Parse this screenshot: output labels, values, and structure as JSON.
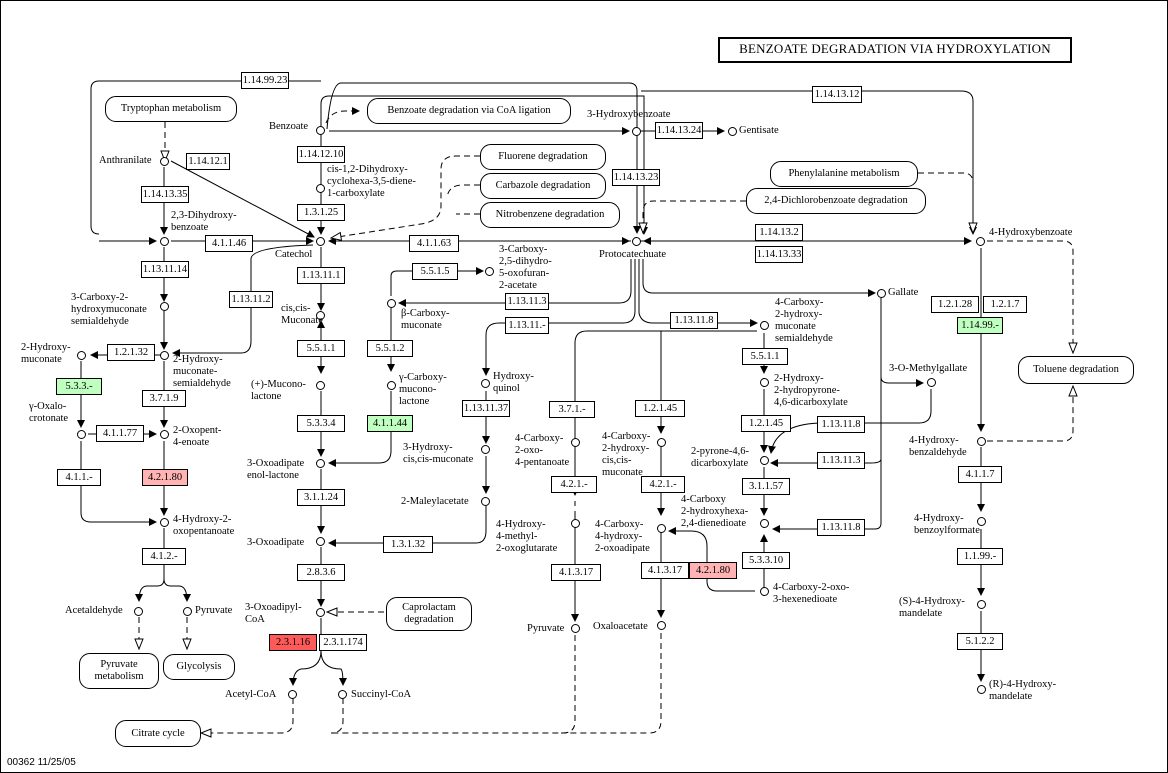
{
  "title": "BENZOATE DEGRADATION VIA HYDROXYLATION",
  "footer": "00362  11/25/05",
  "colors": {
    "green": "#bfffbf",
    "pink": "#ffb3b3",
    "red": "#ff5a5a"
  },
  "enzymes": [
    {
      "id": "e1",
      "label": "1.14.99.23"
    },
    {
      "id": "e2",
      "label": "1.14.13.12"
    },
    {
      "id": "e3",
      "label": "1.14.13.24"
    },
    {
      "id": "e4",
      "label": "1.14.12.1"
    },
    {
      "id": "e5",
      "label": "1.14.12.10"
    },
    {
      "id": "e6",
      "label": "1.14.13.35"
    },
    {
      "id": "e7",
      "label": "1.3.1.25"
    },
    {
      "id": "e8",
      "label": "1.14.13.23"
    },
    {
      "id": "e9",
      "label": "4.1.1.46"
    },
    {
      "id": "e10",
      "label": "4.1.1.63"
    },
    {
      "id": "e11",
      "label": "1.14.13.2"
    },
    {
      "id": "e12",
      "label": "1.14.13.33"
    },
    {
      "id": "e13",
      "label": "1.13.11.14"
    },
    {
      "id": "e14",
      "label": "1.13.11.1"
    },
    {
      "id": "e15",
      "label": "5.5.1.5"
    },
    {
      "id": "e16",
      "label": "1.13.11.2"
    },
    {
      "id": "e17",
      "label": "1.13.11.3"
    },
    {
      "id": "e18",
      "label": "1.13.11.-"
    },
    {
      "id": "e19",
      "label": "1.13.11.8"
    },
    {
      "id": "e20",
      "label": "1.2.1.28"
    },
    {
      "id": "e21",
      "label": "1.2.1.7"
    },
    {
      "id": "e22",
      "label": "1.14.99.-"
    },
    {
      "id": "e23",
      "label": "1.2.1.32"
    },
    {
      "id": "e24",
      "label": "5.5.1.1"
    },
    {
      "id": "e25",
      "label": "5.5.1.2"
    },
    {
      "id": "e26",
      "label": "5.5.1.1"
    },
    {
      "id": "e27",
      "label": "5.3.3.-"
    },
    {
      "id": "e28",
      "label": "3.7.1.9"
    },
    {
      "id": "e29",
      "label": "1.13.11.37"
    },
    {
      "id": "e30",
      "label": "3.7.1.-"
    },
    {
      "id": "e31",
      "label": "1.2.1.45"
    },
    {
      "id": "e32",
      "label": "1.2.1.45"
    },
    {
      "id": "e33",
      "label": "1.13.11.8"
    },
    {
      "id": "e34",
      "label": "4.1.1.77"
    },
    {
      "id": "e35",
      "label": "5.3.3.4"
    },
    {
      "id": "e36",
      "label": "4.1.1.44"
    },
    {
      "id": "e37",
      "label": "1.13.11.3"
    },
    {
      "id": "e38",
      "label": "4.1.1.-"
    },
    {
      "id": "e39",
      "label": "4.2.1.80"
    },
    {
      "id": "e40",
      "label": "4.2.1.-"
    },
    {
      "id": "e41",
      "label": "4.2.1.-"
    },
    {
      "id": "e42",
      "label": "3.1.1.57"
    },
    {
      "id": "e43",
      "label": "4.1.1.7"
    },
    {
      "id": "e44",
      "label": "3.1.1.24"
    },
    {
      "id": "e45",
      "label": "1.13.11.8"
    },
    {
      "id": "e46",
      "label": "4.1.2.-"
    },
    {
      "id": "e47",
      "label": "1.3.1.32"
    },
    {
      "id": "e48",
      "label": "5.3.3.10"
    },
    {
      "id": "e49",
      "label": "1.1.99.-"
    },
    {
      "id": "e50",
      "label": "2.8.3.6"
    },
    {
      "id": "e51",
      "label": "4.1.3.17"
    },
    {
      "id": "e52",
      "label": "4.1.3.17"
    },
    {
      "id": "e53",
      "label": "4.2.1.80"
    },
    {
      "id": "e54",
      "label": "5.1.2.2"
    },
    {
      "id": "e55",
      "label": "2.3.1.16"
    },
    {
      "id": "e56",
      "label": "2.3.1.174"
    }
  ],
  "compounds": [
    {
      "id": "c1",
      "label": "Benzoate"
    },
    {
      "id": "c2",
      "label": "3-Hydroxybenzoate"
    },
    {
      "id": "c3",
      "label": "Gentisate"
    },
    {
      "id": "c4",
      "label": "Anthranilate"
    },
    {
      "id": "c5",
      "label": "cis-1,2-Dihydroxy-\ncyclohexa-3,5-diene-\n1-carboxylate"
    },
    {
      "id": "c6",
      "label": "2,3-Dihydroxy-\nbenzoate"
    },
    {
      "id": "c7",
      "label": "Catechol"
    },
    {
      "id": "c8",
      "label": "Protocatechuate"
    },
    {
      "id": "c9",
      "label": "4-Hydroxybenzoate"
    },
    {
      "id": "c10",
      "label": "3-Carboxy-\n2,5-dihydro-\n5-oxofuran-\n2-acetate"
    },
    {
      "id": "c11",
      "label": "Gallate"
    },
    {
      "id": "c12",
      "label": "3-Carboxy-2-\nhydroxymuconate\nsemialdehyde"
    },
    {
      "id": "c13",
      "label": "cis,cis-\nMuconate"
    },
    {
      "id": "c14",
      "label": "β-Carboxy-\nmuconate"
    },
    {
      "id": "c15",
      "label": "4-Carboxy-\n2-hydroxy-\nmuconate\nsemialdehyde"
    },
    {
      "id": "c16",
      "label": "2-Hydroxy-\nmuconate"
    },
    {
      "id": "c17",
      "label": "2-Hydroxy-\nmuconate-\nsemialdehyde"
    },
    {
      "id": "c18",
      "label": "Hydroxy-\nquinol"
    },
    {
      "id": "c19",
      "label": "(+)-Mucono-\nlactone"
    },
    {
      "id": "c20",
      "label": "γ-Carboxy-\nmucono-\nlactone"
    },
    {
      "id": "c21",
      "label": "2-Hydroxy-\n2-hydropyrone-\n4,6-dicarboxylate"
    },
    {
      "id": "c22",
      "label": "3-O-Methylgallate"
    },
    {
      "id": "c23",
      "label": "γ-Oxalo-\ncrotonate"
    },
    {
      "id": "c24",
      "label": "2-Oxopent-\n4-enoate"
    },
    {
      "id": "c25",
      "label": "3-Hydroxy-\ncis,cis-muconate"
    },
    {
      "id": "c26",
      "label": "4-Carboxy-\n2-oxo-\n4-pentanoate"
    },
    {
      "id": "c27",
      "label": "4-Carboxy-\n2-hydroxy-\ncis,cis-\nmuconate"
    },
    {
      "id": "c28",
      "label": "2-pyrone-4,6-\ndicarboxylate"
    },
    {
      "id": "c29",
      "label": "4-Hydroxy-\nbenzaldehyde"
    },
    {
      "id": "c30",
      "label": "3-Oxoadipate\nenol-lactone"
    },
    {
      "id": "c31",
      "label": "2-Maleylacetate"
    },
    {
      "id": "c32",
      "label": "4-Carboxy\n2-hydroxyhexa-\n2,4-dienedioate"
    },
    {
      "id": "c33",
      "label": "4-Hydroxy-2-\noxopentanoate"
    },
    {
      "id": "c34",
      "label": "4-Hydroxy-\n4-methyl-\n2-oxoglutarate"
    },
    {
      "id": "c35",
      "label": "4-Carboxy-\n4-hydroxy-\n2-oxoadipate"
    },
    {
      "id": "c36",
      "label": "4-Hydroxy-\nbenzoylformate"
    },
    {
      "id": "c37",
      "label": "3-Oxoadipate"
    },
    {
      "id": "c38",
      "label": "4-Carboxy-2-oxo-\n3-hexenedioate"
    },
    {
      "id": "c39",
      "label": "Acetaldehyde"
    },
    {
      "id": "c40",
      "label": "Pyruvate"
    },
    {
      "id": "c41",
      "label": "3-Oxoadipyl-\nCoA"
    },
    {
      "id": "c42",
      "label": "(S)-4-Hydroxy-\nmandelate"
    },
    {
      "id": "c43",
      "label": "Pyruvate"
    },
    {
      "id": "c44",
      "label": "Oxaloacetate"
    },
    {
      "id": "c45",
      "label": "Acetyl-CoA"
    },
    {
      "id": "c46",
      "label": "Succinyl-CoA"
    },
    {
      "id": "c47",
      "label": "(R)-4-Hydroxy-\nmandelate"
    }
  ],
  "maps": [
    {
      "id": "m1",
      "label": "Tryptophan metabolism"
    },
    {
      "id": "m2",
      "label": "Benzoate degradation via CoA ligation"
    },
    {
      "id": "m3",
      "label": "Fluorene degradation"
    },
    {
      "id": "m4",
      "label": "Carbazole degradation"
    },
    {
      "id": "m5",
      "label": "Nitrobenzene degradation"
    },
    {
      "id": "m6",
      "label": "Phenylalanine metabolism"
    },
    {
      "id": "m7",
      "label": "2,4-Dichlorobenzoate degradation"
    },
    {
      "id": "m8",
      "label": "Toluene degradation"
    },
    {
      "id": "m9",
      "label": "Caprolactam\ndegradation"
    },
    {
      "id": "m10",
      "label": "Pyruvate\nmetabolism"
    },
    {
      "id": "m11",
      "label": "Glycolysis"
    },
    {
      "id": "m12",
      "label": "Citrate cycle"
    }
  ]
}
